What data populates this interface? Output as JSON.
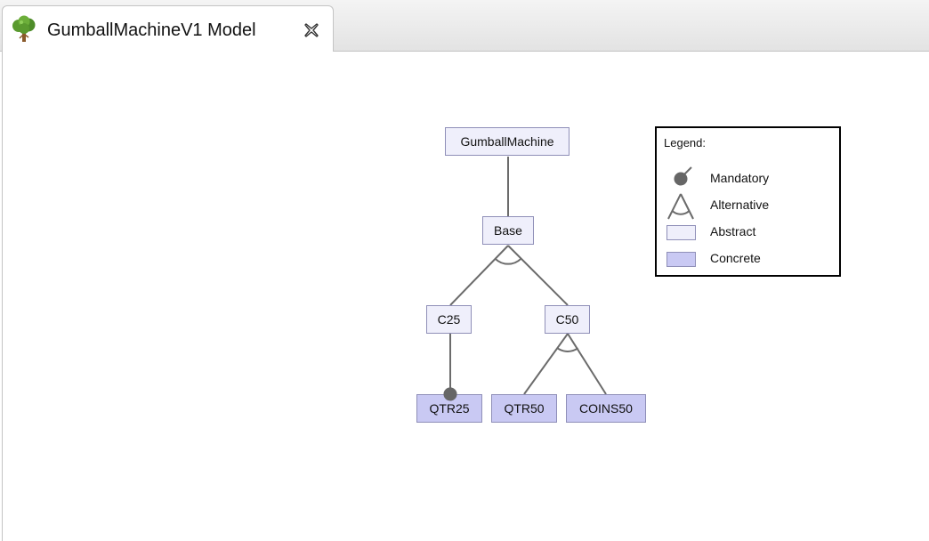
{
  "tab": {
    "title": "GumballMachineV1 Model",
    "icon": "tree-icon",
    "close_icon": "close-icon"
  },
  "diagram": {
    "nodes": {
      "root": {
        "label": "GumballMachine",
        "kind": "abstract"
      },
      "base": {
        "label": "Base",
        "kind": "abstract"
      },
      "c25": {
        "label": "C25",
        "kind": "abstract"
      },
      "c50": {
        "label": "C50",
        "kind": "abstract"
      },
      "qtr25": {
        "label": "QTR25",
        "kind": "concrete"
      },
      "qtr50": {
        "label": "QTR50",
        "kind": "concrete"
      },
      "coins50": {
        "label": "COINS50",
        "kind": "concrete"
      }
    },
    "edges": [
      {
        "from": "GumballMachine",
        "to": "Base",
        "type": "plain"
      },
      {
        "from": "Base",
        "to": "C25",
        "type": "alternative"
      },
      {
        "from": "Base",
        "to": "C50",
        "type": "alternative"
      },
      {
        "from": "C25",
        "to": "QTR25",
        "type": "mandatory"
      },
      {
        "from": "C50",
        "to": "QTR50",
        "type": "alternative"
      },
      {
        "from": "C50",
        "to": "COINS50",
        "type": "alternative"
      }
    ]
  },
  "legend": {
    "title": "Legend:",
    "items": {
      "mandatory": "Mandatory",
      "alternative": "Alternative",
      "abstract": "Abstract",
      "concrete": "Concrete"
    }
  },
  "colors": {
    "abstract_fill": "#efeffb",
    "concrete_fill": "#c9c9f3",
    "node_border": "#8f8fb8",
    "edge": "#6b6b6b"
  }
}
